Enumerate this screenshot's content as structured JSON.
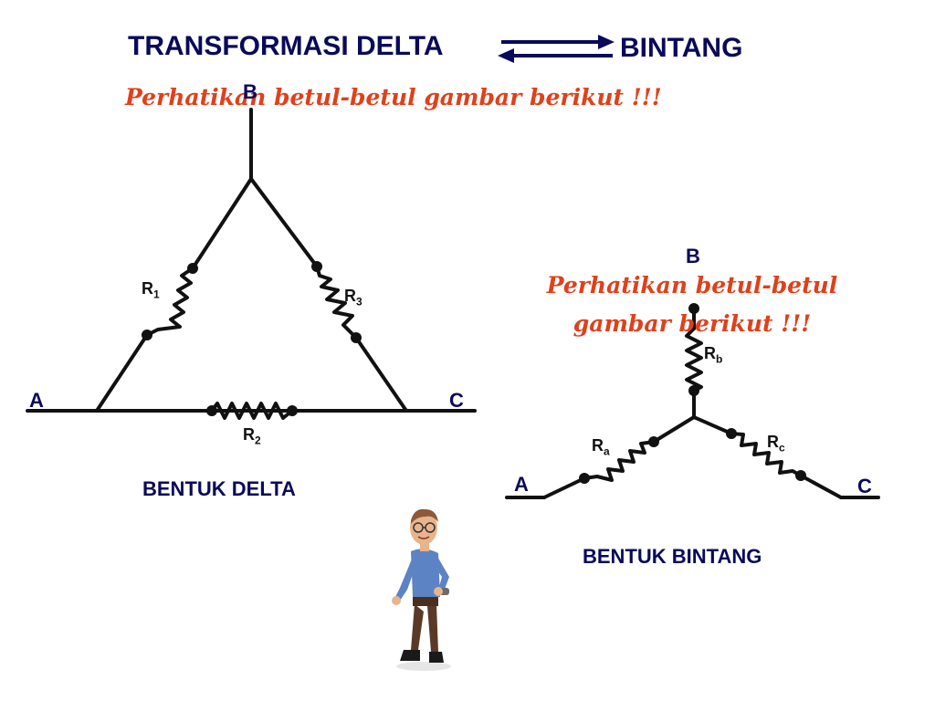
{
  "header": {
    "title_left": "TRANSFORMASI DELTA",
    "title_right": "BINTANG",
    "arrow_icon": "double-arrow-icon"
  },
  "notes": {
    "note_1": "Perhatikan betul-betul gambar berikut !!!",
    "note_2": "Perhatikan betul-betul gambar berikut !!!"
  },
  "delta": {
    "node_a": "A",
    "node_b": "B",
    "node_c": "C",
    "r1": "R",
    "r1_sub": "1",
    "r2": "R",
    "r2_sub": "2",
    "r3": "R",
    "r3_sub": "3",
    "caption": "BENTUK DELTA"
  },
  "star": {
    "node_a": "A",
    "node_b": "B",
    "node_c": "C",
    "ra": "R",
    "ra_sub": "a",
    "rb": "R",
    "rb_sub": "b",
    "rc": "R",
    "rc_sub": "c",
    "caption": "BENTUK BINTANG"
  },
  "colors": {
    "title": "#0a0a5a",
    "note": "#e0401a",
    "wire": "#111111"
  },
  "decoration": {
    "character_icon": "cartoon-man-icon"
  }
}
